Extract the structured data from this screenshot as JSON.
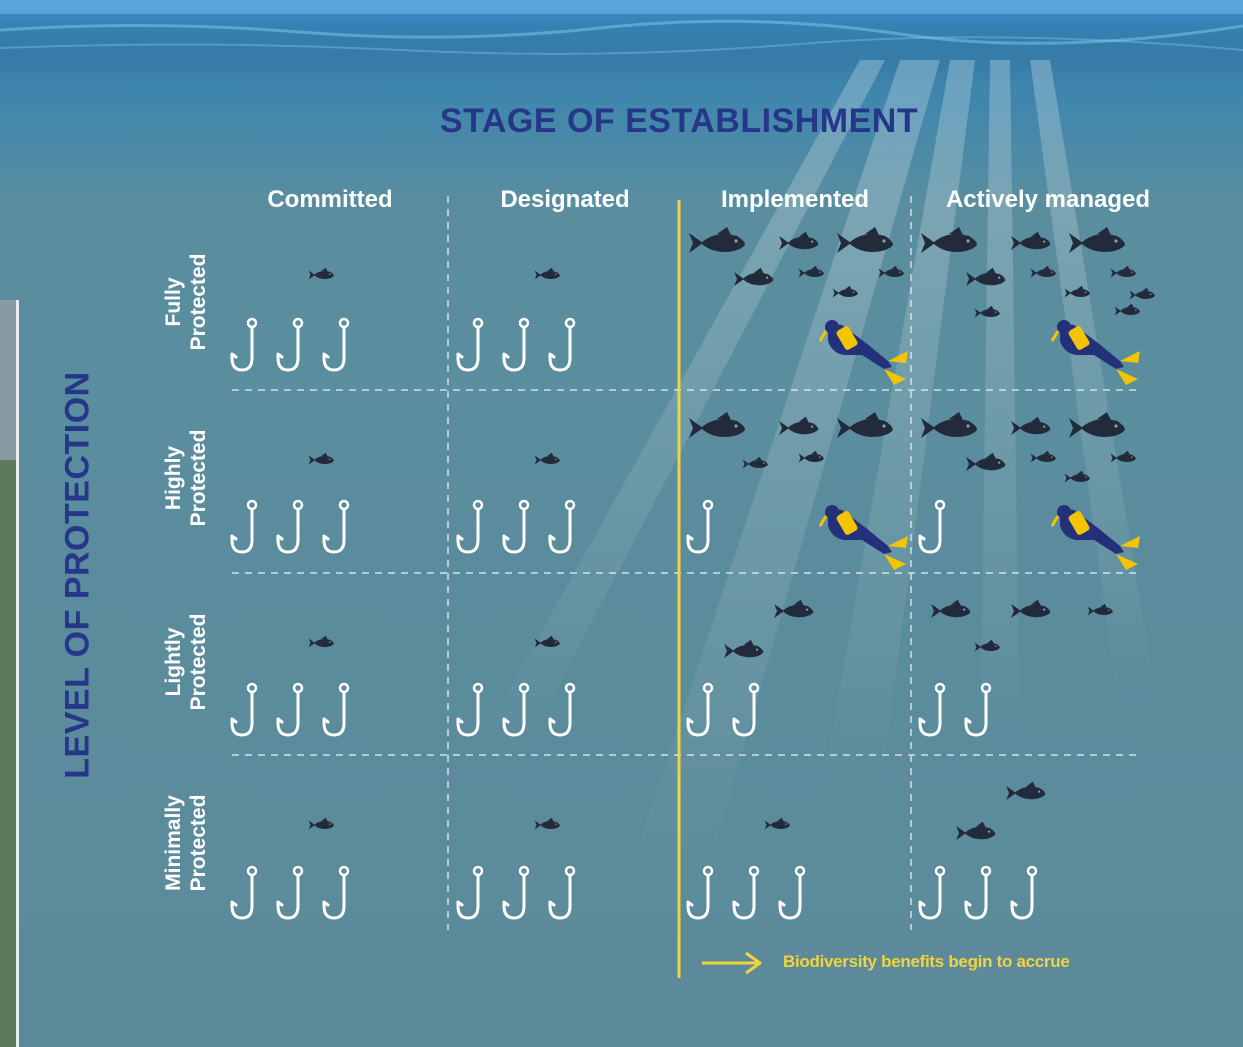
{
  "title": "STAGE OF ESTABLISHMENT",
  "y_axis_title": "LEVEL OF PROTECTION",
  "columns": [
    {
      "label": "Committed"
    },
    {
      "label": "Designated"
    },
    {
      "label": "Implemented"
    },
    {
      "label": "Actively managed"
    }
  ],
  "rows": [
    {
      "line1": "Fully",
      "line2": "Protected"
    },
    {
      "line1": "Highly",
      "line2": "Protected"
    },
    {
      "line1": "Lightly",
      "line2": "Protected"
    },
    {
      "line1": "Minimally",
      "line2": "Protected"
    }
  ],
  "legend": {
    "text": "Biodiversity benefits begin to accrue"
  },
  "colors": {
    "title": "#26378a",
    "water": "#5b8a9b",
    "threshold_line": "#f1d43d",
    "fish": "#222a3c",
    "hook": "#ffffff"
  },
  "icons": {
    "hook": "fishing-hook-icon",
    "fish": "fish-icon",
    "diver": "scuba-diver-icon",
    "arrow": "arrow-right-icon"
  },
  "cells": [
    [
      {
        "hooks": 3,
        "fish": [
          {
            "size": "small"
          }
        ],
        "diver": false
      },
      {
        "hooks": 3,
        "fish": [
          {
            "size": "small"
          }
        ],
        "diver": false
      },
      {
        "hooks": 0,
        "fish": [
          {
            "size": "large"
          },
          {
            "size": "medium"
          },
          {
            "size": "large"
          },
          {
            "size": "medium"
          },
          {
            "size": "small"
          },
          {
            "size": "small"
          },
          {
            "size": "small"
          }
        ],
        "diver": true
      },
      {
        "hooks": 0,
        "fish": [
          {
            "size": "large"
          },
          {
            "size": "medium"
          },
          {
            "size": "large"
          },
          {
            "size": "medium"
          },
          {
            "size": "small"
          },
          {
            "size": "small"
          },
          {
            "size": "small"
          },
          {
            "size": "small"
          },
          {
            "size": "small"
          },
          {
            "size": "small"
          }
        ],
        "diver": true
      }
    ],
    [
      {
        "hooks": 3,
        "fish": [
          {
            "size": "small"
          }
        ],
        "diver": false
      },
      {
        "hooks": 3,
        "fish": [
          {
            "size": "small"
          }
        ],
        "diver": false
      },
      {
        "hooks": 1,
        "fish": [
          {
            "size": "large"
          },
          {
            "size": "medium"
          },
          {
            "size": "large"
          },
          {
            "size": "small"
          },
          {
            "size": "small"
          }
        ],
        "diver": true
      },
      {
        "hooks": 1,
        "fish": [
          {
            "size": "large"
          },
          {
            "size": "medium"
          },
          {
            "size": "large"
          },
          {
            "size": "medium"
          },
          {
            "size": "small"
          },
          {
            "size": "small"
          },
          {
            "size": "small"
          }
        ],
        "diver": true
      }
    ],
    [
      {
        "hooks": 3,
        "fish": [
          {
            "size": "small"
          }
        ],
        "diver": false
      },
      {
        "hooks": 3,
        "fish": [
          {
            "size": "small"
          }
        ],
        "diver": false
      },
      {
        "hooks": 2,
        "fish": [
          {
            "size": "medium"
          },
          {
            "size": "medium"
          }
        ],
        "diver": false
      },
      {
        "hooks": 2,
        "fish": [
          {
            "size": "medium"
          },
          {
            "size": "medium"
          },
          {
            "size": "small"
          },
          {
            "size": "small"
          }
        ],
        "diver": false
      }
    ],
    [
      {
        "hooks": 3,
        "fish": [
          {
            "size": "small"
          }
        ],
        "diver": false
      },
      {
        "hooks": 3,
        "fish": [
          {
            "size": "small"
          }
        ],
        "diver": false
      },
      {
        "hooks": 3,
        "fish": [
          {
            "size": "small"
          }
        ],
        "diver": false
      },
      {
        "hooks": 3,
        "fish": [
          {
            "size": "medium"
          },
          {
            "size": "medium"
          }
        ],
        "diver": false
      }
    ]
  ]
}
